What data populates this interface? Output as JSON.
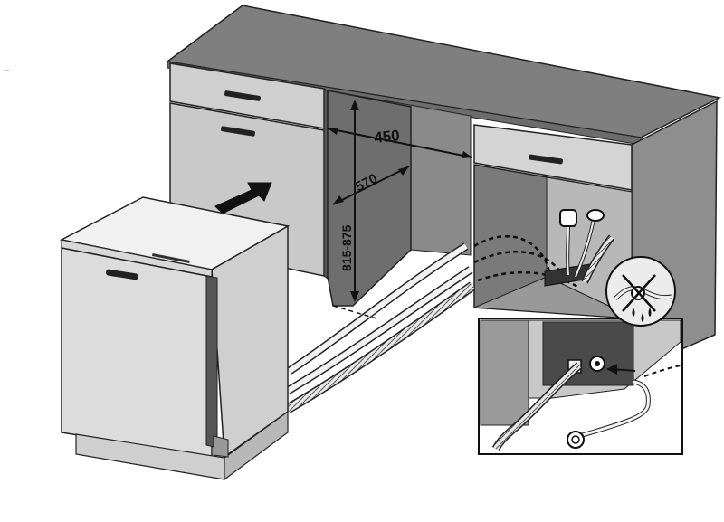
{
  "diagram": {
    "dimensions": {
      "width": "450",
      "depth": "570",
      "height": "815-875"
    }
  }
}
